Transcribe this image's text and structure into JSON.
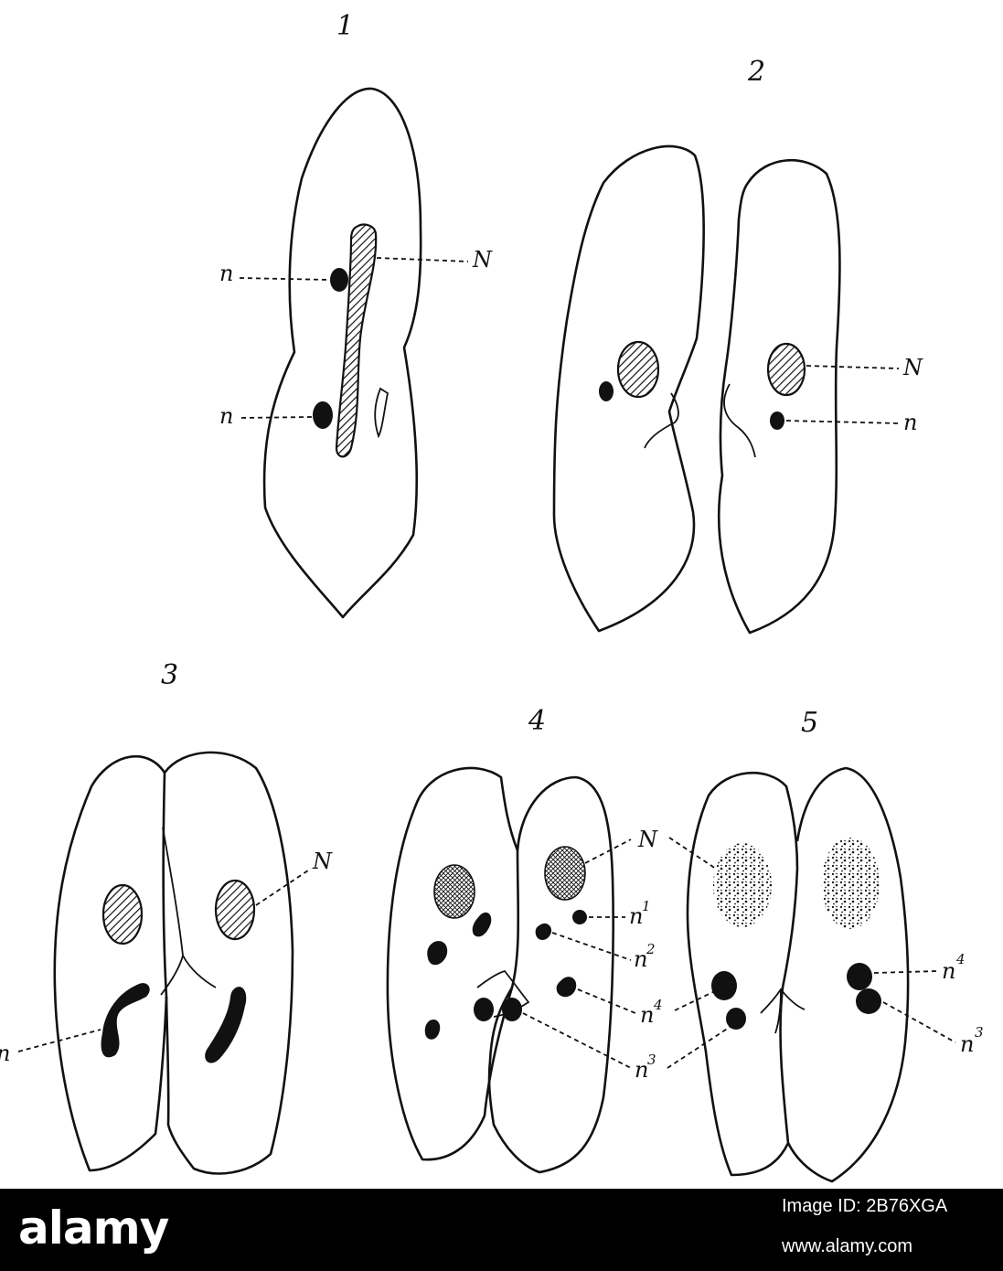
{
  "figure": {
    "panels": [
      "1",
      "2",
      "3",
      "4",
      "5"
    ],
    "labels": {
      "p1_n_upper": "n",
      "p1_n_lower": "n",
      "p1_N": "N",
      "p2_N": "N",
      "p2_n": "n",
      "p3_n": "n",
      "p3_N": "N",
      "p4_N": "N",
      "p4_n1": "n",
      "p4_n1_sup": "1",
      "p4_n2": "n",
      "p4_n2_sup": "2",
      "p4_n4": "n",
      "p4_n4_sup": "4",
      "p4_n3": "n",
      "p4_n3_sup": "3",
      "p5_n4": "n",
      "p5_n4_sup": "4",
      "p5_n3": "n",
      "p5_n3_sup": "3"
    }
  },
  "footer": {
    "brand": "alamy",
    "image_id": "Image ID: 2B76XGA",
    "url": "www.alamy.com"
  }
}
